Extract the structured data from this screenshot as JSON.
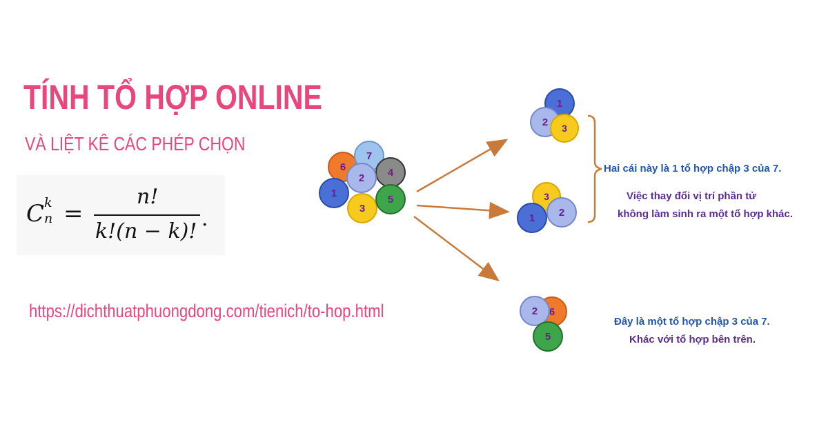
{
  "header": {
    "title": "TÍNH TỔ HỢP ONLINE",
    "subtitle": "VÀ LIỆT KÊ CÁC PHÉP CHỌN"
  },
  "formula": {
    "symbol": "C",
    "superscript": "k",
    "subscript": "n",
    "equals": "=",
    "numerator": "n!",
    "denominator": "k!(n − k)!",
    "period": "."
  },
  "footer": {
    "url": "https://dichthuatphuongdong.com/tienich/to-hop.html"
  },
  "diagram": {
    "main_cluster": [
      "1",
      "2",
      "3",
      "4",
      "5",
      "6",
      "7"
    ],
    "group_a": [
      "1",
      "2",
      "3"
    ],
    "group_b": [
      "3",
      "1",
      "2"
    ],
    "group_c": [
      "2",
      "6",
      "5"
    ],
    "notes": {
      "same_combination": "Hai cái này là 1 tổ hợp chập 3 của 7.",
      "position_change_line1": "Việc thay đổi vị trí phần tử",
      "position_change_line2": "không làm sinh ra một tổ hợp khác.",
      "another_combination_line1": "Đây là một tổ hợp chập 3 của 7.",
      "another_combination_line2": "Khác với tổ hợp bên trên."
    },
    "colors": {
      "ball_1": "#4a6fd6",
      "ball_2": "#a8b8ea",
      "ball_3": "#f6cb1e",
      "ball_4": "#8a8a8a",
      "ball_5": "#3ea54a",
      "ball_6": "#f07a2c",
      "ball_7": "#9ec3ee",
      "arrow": "#c87a3a",
      "note_blue": "#2355a8",
      "note_purple": "#5b2d8e",
      "accent": "#e8467c"
    }
  }
}
